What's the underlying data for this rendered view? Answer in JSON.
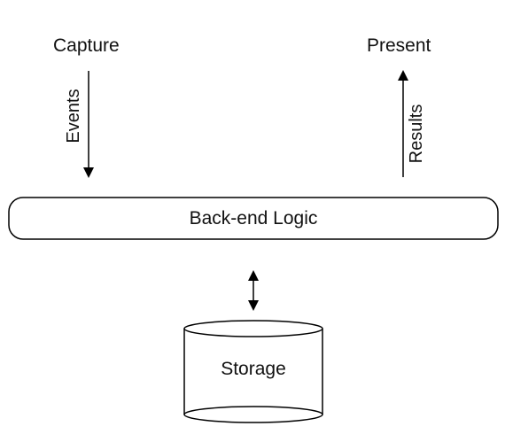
{
  "top": {
    "capture": "Capture",
    "present": "Present"
  },
  "arrows": {
    "events": "Events",
    "results": "Results"
  },
  "logic": {
    "label": "Back-end Logic"
  },
  "storage": {
    "label": "Storage"
  },
  "colors": {
    "stroke": "#000000",
    "background": "#ffffff"
  }
}
